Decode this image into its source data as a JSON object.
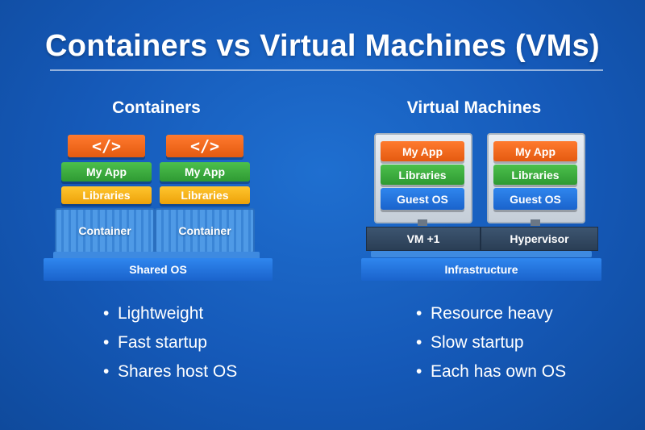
{
  "title": "Containers vs Virtual Machines (VMs)",
  "containers": {
    "heading": "Containers",
    "code_label": "</>",
    "app_label": "My App",
    "libraries_label": "Libraries",
    "container_label": "Container",
    "shared_os_label": "Shared OS",
    "bullets": [
      "Lightweight",
      "Fast startup",
      "Shares host OS"
    ]
  },
  "vms": {
    "heading": "Virtual Machines",
    "app_label": "My App",
    "libraries_label": "Libraries",
    "guest_os_label": "Guest OS",
    "vm_label": "VM +1",
    "hypervisor_label": "Hypervisor",
    "infrastructure_label": "Infrastructure",
    "bullets": [
      "Resource heavy",
      "Slow startup",
      "Each has own OS"
    ]
  },
  "bullet_symbol": "•",
  "colors": {
    "background": "#1559b8",
    "code": "#e45a10",
    "app": "#2f9a33",
    "libraries": "#eda20a",
    "os": "#1a63cc",
    "hypervisor": "#2a3e55"
  }
}
